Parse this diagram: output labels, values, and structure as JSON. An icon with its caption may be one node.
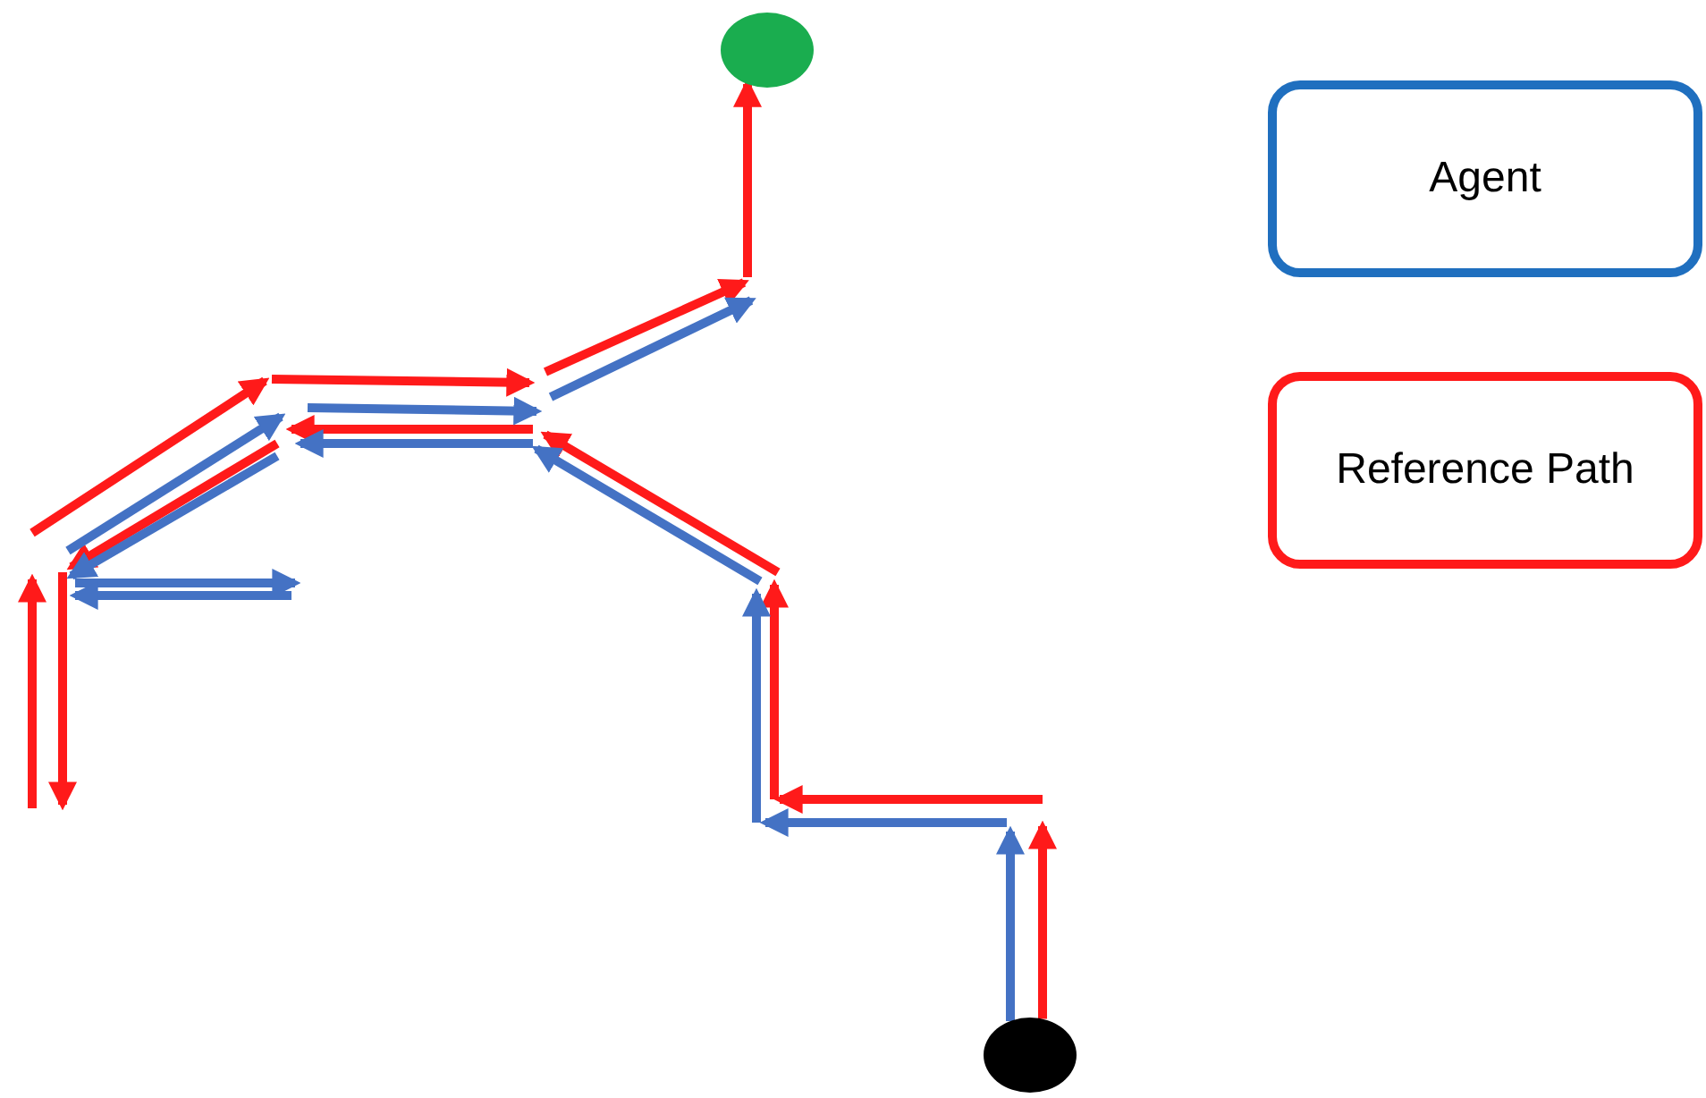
{
  "diagram": {
    "nodes": [
      {
        "text": [],
        "shape": "circle"
      },
      {
        "text": [],
        "shape": "circle"
      }
    ],
    "edges": [
      {
        "from": 1,
        "to": null,
        "arrow": "to"
      },
      {
        "from": 1,
        "to": null,
        "arrow": "to",
        "color": "#4472c4"
      },
      {
        "from": null,
        "to": 0,
        "arrow": "to"
      }
    ],
    "legend": [
      {
        "text": "Agent",
        "color": "#1f6fbf"
      },
      {
        "text": "Reference Path",
        "color": "#ff1a1a"
      }
    ]
  }
}
